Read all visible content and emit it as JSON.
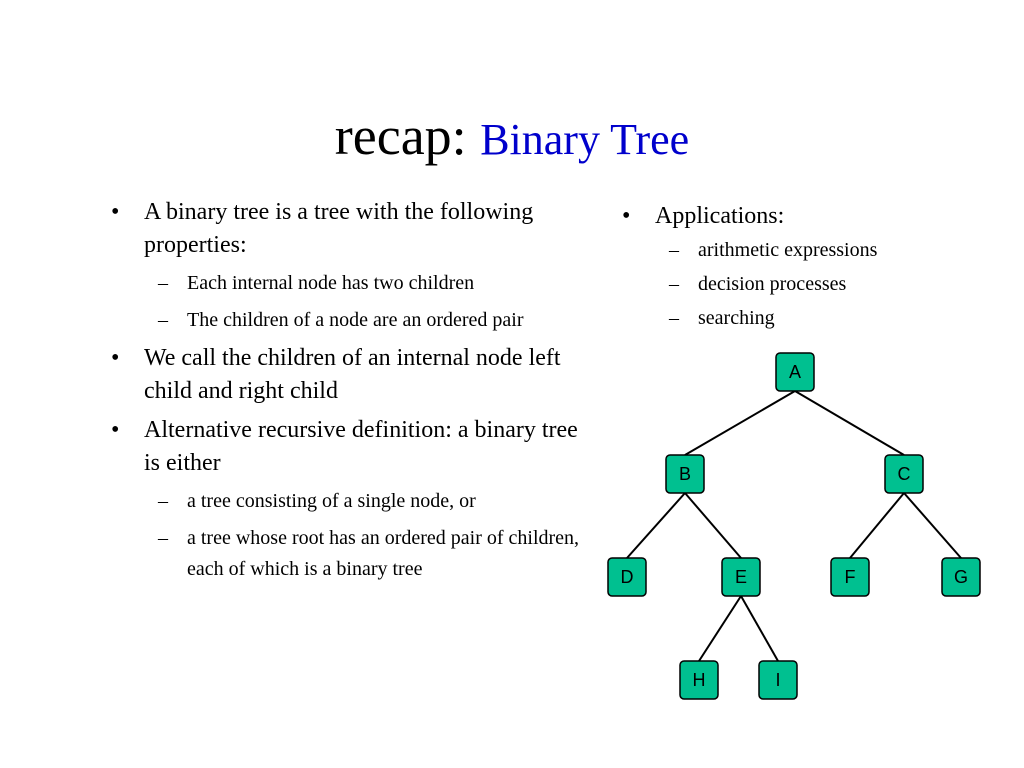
{
  "title": {
    "prefix": "recap:",
    "highlight": "Binary Tree"
  },
  "left_column": {
    "bullets": [
      {
        "text": "A binary tree is a tree with the following properties:",
        "subs": [
          "Each internal node has two children",
          "The children of a node are an ordered pair"
        ]
      },
      {
        "text": "We call the children of an internal node left child and right child",
        "subs": []
      },
      {
        "text": "Alternative recursive definition: a binary tree is either",
        "subs": [
          "a tree consisting of a single node, or",
          "a tree whose root has an ordered pair of children, each of which is a binary tree"
        ]
      }
    ]
  },
  "right_column": {
    "heading": "Applications:",
    "items": [
      "arithmetic expressions",
      "decision processes",
      "searching"
    ]
  },
  "markers": {
    "bullet": "•",
    "dash": "–"
  },
  "tree": {
    "node_color": "#00c090",
    "nodes": [
      {
        "id": "A",
        "label": "A"
      },
      {
        "id": "B",
        "label": "B"
      },
      {
        "id": "C",
        "label": "C"
      },
      {
        "id": "D",
        "label": "D"
      },
      {
        "id": "E",
        "label": "E"
      },
      {
        "id": "F",
        "label": "F"
      },
      {
        "id": "G",
        "label": "G"
      },
      {
        "id": "H",
        "label": "H"
      },
      {
        "id": "I",
        "label": "I"
      }
    ],
    "edges": [
      [
        "A",
        "B"
      ],
      [
        "A",
        "C"
      ],
      [
        "B",
        "D"
      ],
      [
        "B",
        "E"
      ],
      [
        "C",
        "F"
      ],
      [
        "C",
        "G"
      ],
      [
        "E",
        "H"
      ],
      [
        "E",
        "I"
      ]
    ]
  }
}
